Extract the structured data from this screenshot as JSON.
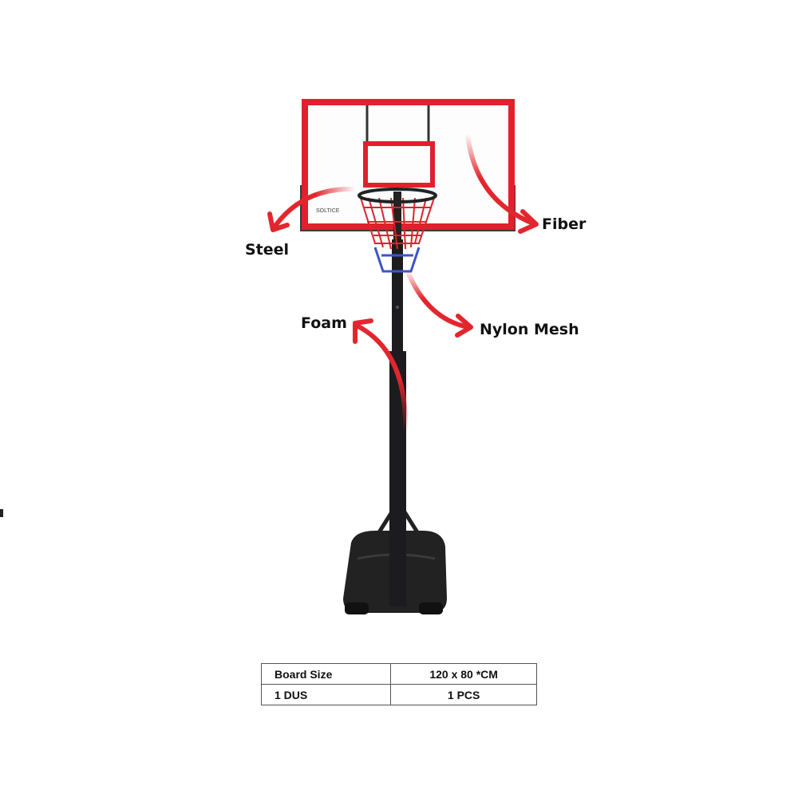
{
  "labels": {
    "steel": "Steel",
    "fiber": "Fiber",
    "foam": "Foam",
    "nylon_mesh": "Nylon Mesh"
  },
  "backboard_logo": "SOLTICE",
  "spec_table": {
    "rows": [
      [
        "Board Size",
        "120 x 80 *CM"
      ],
      [
        "1 DUS",
        "1 PCS"
      ]
    ]
  },
  "colors": {
    "frame_red": "#e0202c",
    "arrow_red": "#e3262e",
    "pole_black": "#1c1c1e"
  }
}
